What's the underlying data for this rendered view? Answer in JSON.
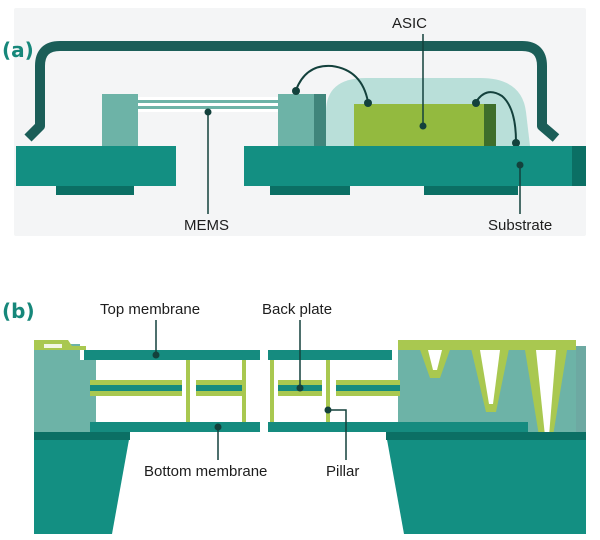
{
  "panels": {
    "a": {
      "letter": "(a)",
      "labels": {
        "asic": "ASIC",
        "mems": "MEMS",
        "substrate": "Substrate"
      }
    },
    "b": {
      "letter": "(b)",
      "labels": {
        "top_membrane": "Top membrane",
        "back_plate": "Back plate",
        "bottom_membrane": "Bottom membrane",
        "pillar": "Pillar"
      }
    }
  },
  "colors": {
    "panel_bg": "#f4f5f6",
    "substrate": "#138f82",
    "substrate_dark": "#0b6f64",
    "lid": "#1b5e58",
    "mems": "#6db3a7",
    "asic": "#93ba3f",
    "asic_dark": "#3e6e2b",
    "encapsulant": "#b9dfd9",
    "accent_green": "#a9c850",
    "plate": "#158b7f",
    "wire": "#13413c",
    "letter": "#16877a",
    "text": "#1d1d1d"
  },
  "icons": {
    "callout_dot": "dot-marker"
  }
}
